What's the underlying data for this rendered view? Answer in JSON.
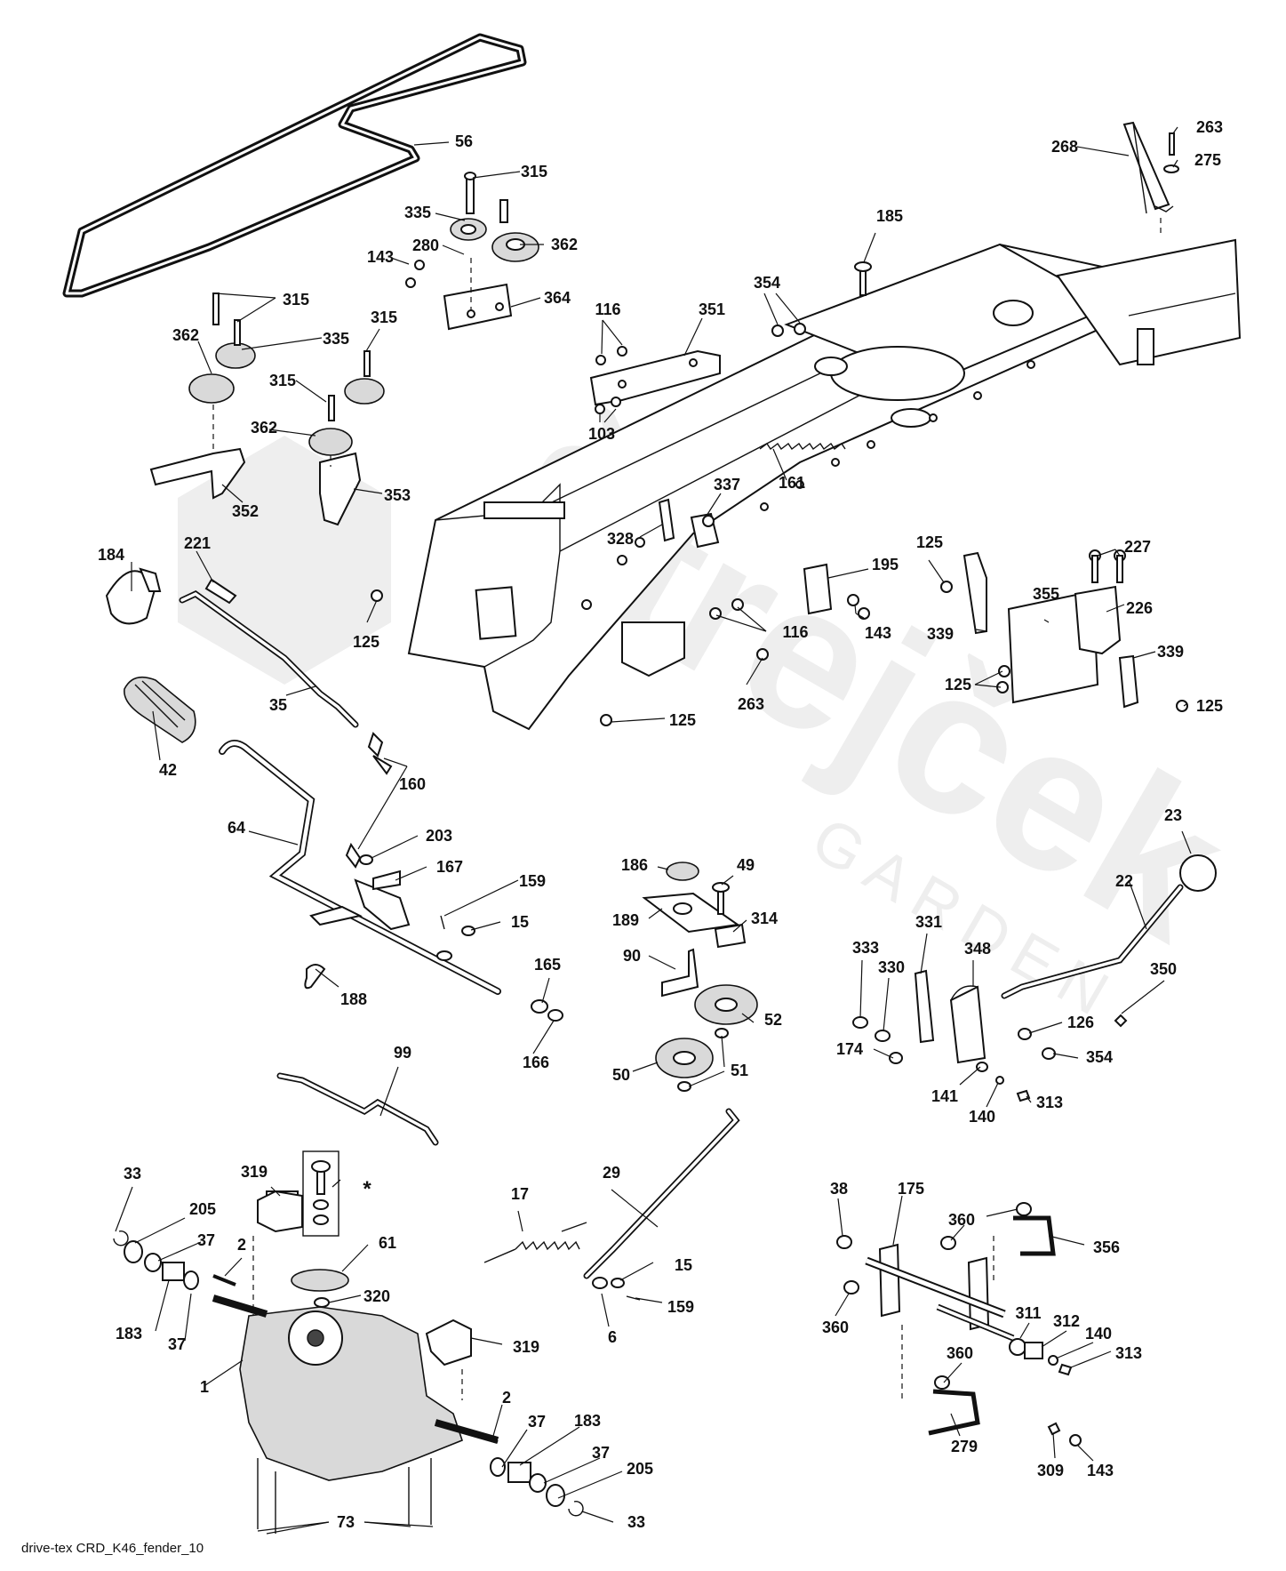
{
  "caption": "drive-tex CRD_K46_fender_10",
  "watermark": {
    "brand": "Štrejček",
    "sub": "GARDEN"
  },
  "footnote_marker": "*",
  "callouts": [
    {
      "id": "56",
      "text": "56"
    },
    {
      "id": "315a",
      "text": "315"
    },
    {
      "id": "335a",
      "text": "335"
    },
    {
      "id": "280",
      "text": "280"
    },
    {
      "id": "362a",
      "text": "362"
    },
    {
      "id": "143a",
      "text": "143"
    },
    {
      "id": "364",
      "text": "364"
    },
    {
      "id": "315b",
      "text": "315"
    },
    {
      "id": "362b",
      "text": "362"
    },
    {
      "id": "335b",
      "text": "335"
    },
    {
      "id": "315c",
      "text": "315"
    },
    {
      "id": "315d",
      "text": "315"
    },
    {
      "id": "362c",
      "text": "362"
    },
    {
      "id": "352",
      "text": "352"
    },
    {
      "id": "353",
      "text": "353"
    },
    {
      "id": "116a",
      "text": "116"
    },
    {
      "id": "351",
      "text": "351"
    },
    {
      "id": "103",
      "text": "103"
    },
    {
      "id": "354a",
      "text": "354"
    },
    {
      "id": "185",
      "text": "185"
    },
    {
      "id": "268",
      "text": "268"
    },
    {
      "id": "263a",
      "text": "263"
    },
    {
      "id": "275",
      "text": "275"
    },
    {
      "id": "161",
      "text": "161"
    },
    {
      "id": "337",
      "text": "337"
    },
    {
      "id": "328",
      "text": "328"
    },
    {
      "id": "184",
      "text": "184"
    },
    {
      "id": "221",
      "text": "221"
    },
    {
      "id": "125a",
      "text": "125"
    },
    {
      "id": "195",
      "text": "195"
    },
    {
      "id": "143b",
      "text": "143"
    },
    {
      "id": "116b",
      "text": "116"
    },
    {
      "id": "263b",
      "text": "263"
    },
    {
      "id": "125b",
      "text": "125"
    },
    {
      "id": "125c",
      "text": "125"
    },
    {
      "id": "227",
      "text": "227"
    },
    {
      "id": "226",
      "text": "226"
    },
    {
      "id": "339a",
      "text": "339"
    },
    {
      "id": "355",
      "text": "355"
    },
    {
      "id": "339b",
      "text": "339"
    },
    {
      "id": "125d",
      "text": "125"
    },
    {
      "id": "125e",
      "text": "125"
    },
    {
      "id": "35",
      "text": "35"
    },
    {
      "id": "42",
      "text": "42"
    },
    {
      "id": "160",
      "text": "160"
    },
    {
      "id": "64",
      "text": "64"
    },
    {
      "id": "203",
      "text": "203"
    },
    {
      "id": "167",
      "text": "167"
    },
    {
      "id": "159a",
      "text": "159"
    },
    {
      "id": "15a",
      "text": "15"
    },
    {
      "id": "188",
      "text": "188"
    },
    {
      "id": "165",
      "text": "165"
    },
    {
      "id": "166",
      "text": "166"
    },
    {
      "id": "186",
      "text": "186"
    },
    {
      "id": "49",
      "text": "49"
    },
    {
      "id": "189",
      "text": "189"
    },
    {
      "id": "314",
      "text": "314"
    },
    {
      "id": "90",
      "text": "90"
    },
    {
      "id": "52",
      "text": "52"
    },
    {
      "id": "51",
      "text": "51"
    },
    {
      "id": "50",
      "text": "50"
    },
    {
      "id": "23",
      "text": "23"
    },
    {
      "id": "22",
      "text": "22"
    },
    {
      "id": "331",
      "text": "331"
    },
    {
      "id": "333",
      "text": "333"
    },
    {
      "id": "348",
      "text": "348"
    },
    {
      "id": "330",
      "text": "330"
    },
    {
      "id": "350",
      "text": "350"
    },
    {
      "id": "126",
      "text": "126"
    },
    {
      "id": "174",
      "text": "174"
    },
    {
      "id": "354b",
      "text": "354"
    },
    {
      "id": "141",
      "text": "141"
    },
    {
      "id": "140a",
      "text": "140"
    },
    {
      "id": "313a",
      "text": "313"
    },
    {
      "id": "99",
      "text": "99"
    },
    {
      "id": "33a",
      "text": "33"
    },
    {
      "id": "319a",
      "text": "319"
    },
    {
      "id": "205a",
      "text": "205"
    },
    {
      "id": "37a",
      "text": "37"
    },
    {
      "id": "2a",
      "text": "2"
    },
    {
      "id": "61",
      "text": "61"
    },
    {
      "id": "183a",
      "text": "183"
    },
    {
      "id": "37b",
      "text": "37"
    },
    {
      "id": "320",
      "text": "320"
    },
    {
      "id": "17",
      "text": "17"
    },
    {
      "id": "29",
      "text": "29"
    },
    {
      "id": "15b",
      "text": "15"
    },
    {
      "id": "159b",
      "text": "159"
    },
    {
      "id": "6",
      "text": "6"
    },
    {
      "id": "319b",
      "text": "319"
    },
    {
      "id": "1",
      "text": "1"
    },
    {
      "id": "2b",
      "text": "2"
    },
    {
      "id": "37c",
      "text": "37"
    },
    {
      "id": "183b",
      "text": "183"
    },
    {
      "id": "37d",
      "text": "37"
    },
    {
      "id": "205b",
      "text": "205"
    },
    {
      "id": "33b",
      "text": "33"
    },
    {
      "id": "73",
      "text": "73"
    },
    {
      "id": "38",
      "text": "38"
    },
    {
      "id": "175",
      "text": "175"
    },
    {
      "id": "360a",
      "text": "360"
    },
    {
      "id": "356",
      "text": "356"
    },
    {
      "id": "360b",
      "text": "360"
    },
    {
      "id": "311",
      "text": "311"
    },
    {
      "id": "312",
      "text": "312"
    },
    {
      "id": "140b",
      "text": "140"
    },
    {
      "id": "313b",
      "text": "313"
    },
    {
      "id": "360c",
      "text": "360"
    },
    {
      "id": "279",
      "text": "279"
    },
    {
      "id": "309",
      "text": "309"
    },
    {
      "id": "143c",
      "text": "143"
    }
  ]
}
